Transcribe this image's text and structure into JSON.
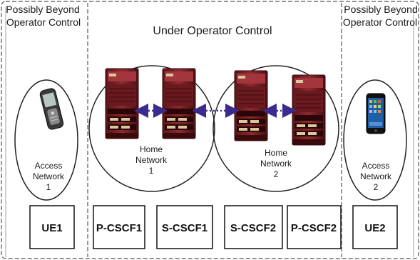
{
  "zones": {
    "left": {
      "line1": "Possibly Beyond",
      "line2": "Operator Control"
    },
    "center": {
      "label": "Under Operator Control"
    },
    "right": {
      "line1": "Possibly Beyond",
      "line2": "Operator Control"
    }
  },
  "networks": {
    "access1": {
      "line1": "Access",
      "line2": "Network",
      "line3": "1"
    },
    "home1": {
      "line1": "Home",
      "line2": "Network",
      "line3": "1"
    },
    "home2": {
      "line1": "Home",
      "line2": "Network",
      "line3": "2"
    },
    "access2": {
      "line1": "Access",
      "line2": "Network",
      "line3": "2"
    }
  },
  "components": [
    "UE1",
    "P-CSCF1",
    "S-CSCF1",
    "S-CSCF2",
    "P-CSCF2",
    "UE2"
  ],
  "colors": {
    "server_body": "#7b1f24",
    "server_dark": "#4a0f13",
    "arrow": "#3b2b8f",
    "border": "#555555"
  },
  "icons": [
    "mobile-phone-icon",
    "server-icon",
    "smartphone-icon"
  ]
}
